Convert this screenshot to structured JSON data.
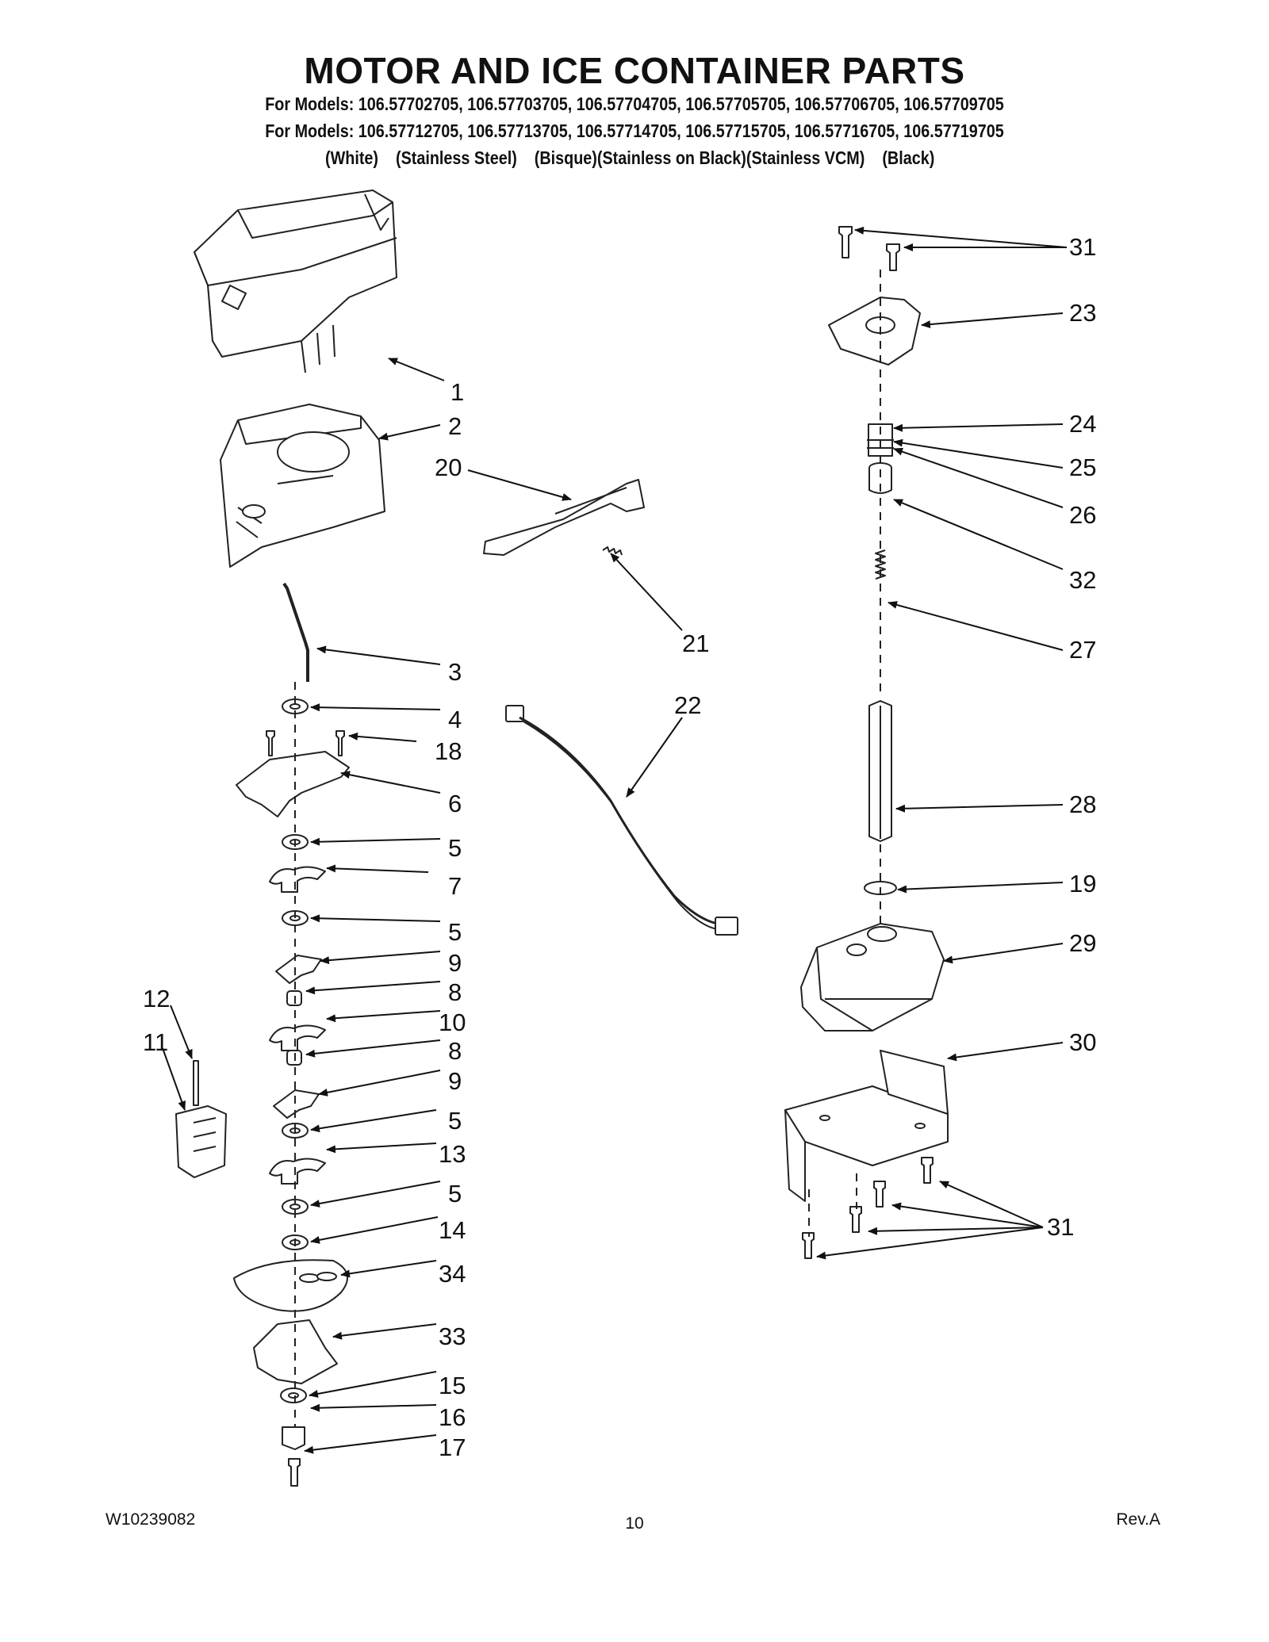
{
  "title": "MOTOR AND ICE CONTAINER PARTS",
  "models_line_1": "For Models: 106.57702705, 106.57703705, 106.57704705, 106.57705705, 106.57706705, 106.57709705",
  "models_line_2": "For Models: 106.57712705, 106.57713705, 106.57714705, 106.57715705, 106.57716705, 106.57719705",
  "color_options": "(White)    (Stainless Steel)    (Bisque)(Stainless on Black)(Stainless VCM)    (Black)",
  "callouts": {
    "p1": "1",
    "p2": "2",
    "p20": "20",
    "p21": "21",
    "p3": "3",
    "p4": "4",
    "p18": "18",
    "p6": "6",
    "p5a": "5",
    "p7": "7",
    "p5b": "5",
    "p9a": "9",
    "p8a": "8",
    "p10": "10",
    "p8b": "8",
    "p9b": "9",
    "p5c": "5",
    "p13": "13",
    "p5d": "5",
    "p14": "14",
    "p34": "34",
    "p33": "33",
    "p15": "15",
    "p16": "16",
    "p17": "17",
    "p12": "12",
    "p11": "11",
    "p22": "22",
    "p31a": "31",
    "p23": "23",
    "p24": "24",
    "p25": "25",
    "p26": "26",
    "p32": "32",
    "p27": "27",
    "p28": "28",
    "p19": "19",
    "p29": "29",
    "p30": "30",
    "p31b": "31"
  },
  "footer": {
    "doc_number": "W10239082",
    "page_number": "10",
    "revision": "Rev.A"
  }
}
